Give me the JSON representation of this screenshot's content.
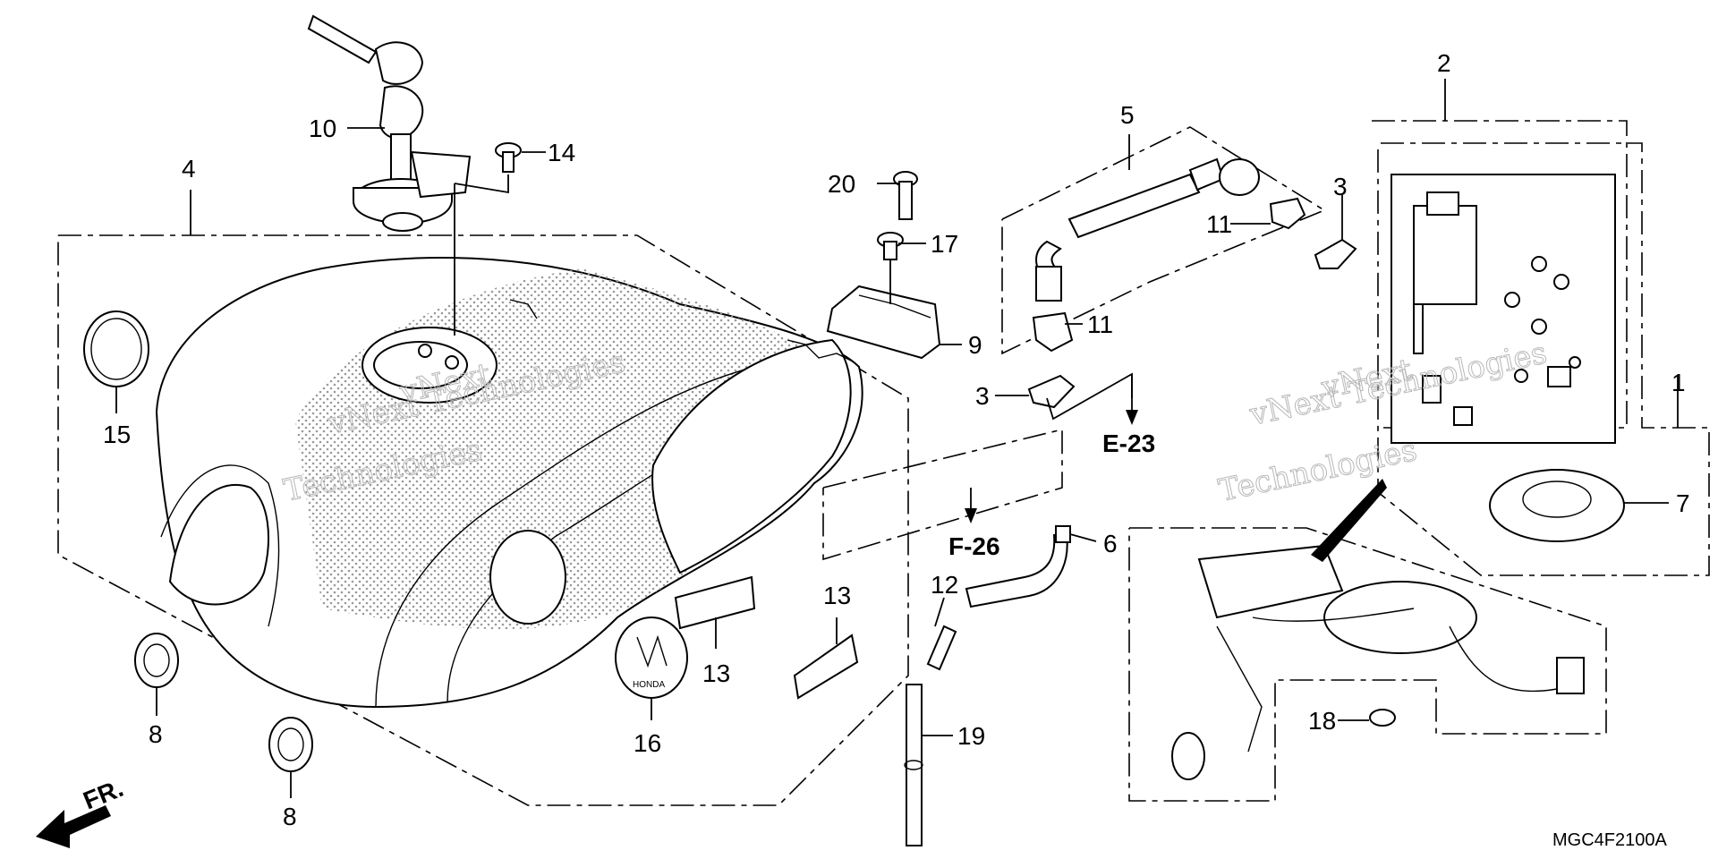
{
  "callouts": {
    "c1": "1",
    "c2": "2",
    "c3a": "3",
    "c3b": "3",
    "c4": "4",
    "c5": "5",
    "c6": "6",
    "c7": "7",
    "c8a": "8",
    "c8b": "8",
    "c9": "9",
    "c10": "10",
    "c11a": "11",
    "c11b": "11",
    "c12": "12",
    "c13a": "13",
    "c13b": "13",
    "c14": "14",
    "c15": "15",
    "c16": "16",
    "c17": "17",
    "c18": "18",
    "c19": "19",
    "c20": "20"
  },
  "references": {
    "e23": "E-23",
    "f26": "F-26"
  },
  "front_arrow_label": "FR.",
  "diagram_code": "MGC4F2100A",
  "watermark": {
    "line1": "vNext Technologies",
    "line2": "vNext",
    "line3": "Technologies"
  },
  "emblem_text": "HONDA",
  "colors": {
    "ink": "#000000",
    "watermark": "#b8b8b8"
  }
}
